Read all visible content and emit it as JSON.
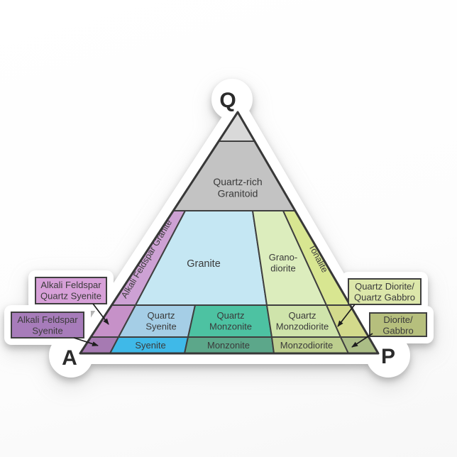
{
  "sticker": {
    "background": "#ffffff",
    "ink": "#3a3a3a",
    "outline_color": "#ffffff"
  },
  "corners": {
    "top": "Q",
    "bottom_left": "A",
    "bottom_right": "P"
  },
  "regions": {
    "quartz_rich_cap": {
      "label_lines": [],
      "color": "#d9d9d9"
    },
    "quartz_rich_granitoid": {
      "label_lines": [
        "Quartz-rich",
        "Granitoid"
      ],
      "color": "#c3c3c3"
    },
    "alkali_feldspar_granite": {
      "label_lines": [
        "Alkali Feldspar Granite"
      ],
      "color": "#cda1d4"
    },
    "granite": {
      "label_lines": [
        "Granite"
      ],
      "color": "#c5e7f3"
    },
    "granodiorite": {
      "label_lines": [
        "Grano-",
        "diorite"
      ],
      "color": "#dcedbd"
    },
    "tonalite": {
      "label_lines": [
        "Tonalite"
      ],
      "color": "#d8e691"
    },
    "alkali_feldspar_quartz_syenite_region": {
      "label_lines": [],
      "color": "#c691c8"
    },
    "quartz_syenite": {
      "label_lines": [
        "Quartz",
        "Syenite"
      ],
      "color": "#a5cee6"
    },
    "quartz_monzonite": {
      "label_lines": [
        "Quartz",
        "Monzonite"
      ],
      "color": "#4dc2a2"
    },
    "quartz_monzodiorite": {
      "label_lines": [
        "Quartz",
        "Monzodiorite"
      ],
      "color": "#cfe4ab"
    },
    "quartz_diorite_gabbro_region": {
      "label_lines": [],
      "color": "#d3da8c"
    },
    "alkali_feldspar_syenite_region": {
      "label_lines": [],
      "color": "#a67ab2"
    },
    "syenite": {
      "label_lines": [
        "Syenite"
      ],
      "color": "#3fb9e8"
    },
    "monzonite": {
      "label_lines": [
        "Monzonite"
      ],
      "color": "#5ca78a"
    },
    "monzodiorite": {
      "label_lines": [
        "Monzodiorite"
      ],
      "color": "#bcce8e"
    },
    "diorite_gabbro_region": {
      "label_lines": [],
      "color": "#abbd86"
    }
  },
  "callouts": {
    "alkali_feldspar_quartz_syenite": {
      "label_lines": [
        "Alkali Feldspar",
        "Quartz Syenite"
      ],
      "color": "#d7a0d8"
    },
    "alkali_feldspar_syenite": {
      "label_lines": [
        "Alkali Feldspar",
        "Syenite"
      ],
      "color": "#a77cba"
    },
    "quartz_diorite_quartz_gabbro": {
      "label_lines": [
        "Quartz Diorite/",
        "Quartz Gabbro"
      ],
      "color": "#dce7aa"
    },
    "diorite_gabbro": {
      "label_lines": [
        "Diorite/",
        "Gabbro"
      ],
      "color": "#b6bf7d"
    }
  },
  "arrow_color": "#1e1e1e"
}
